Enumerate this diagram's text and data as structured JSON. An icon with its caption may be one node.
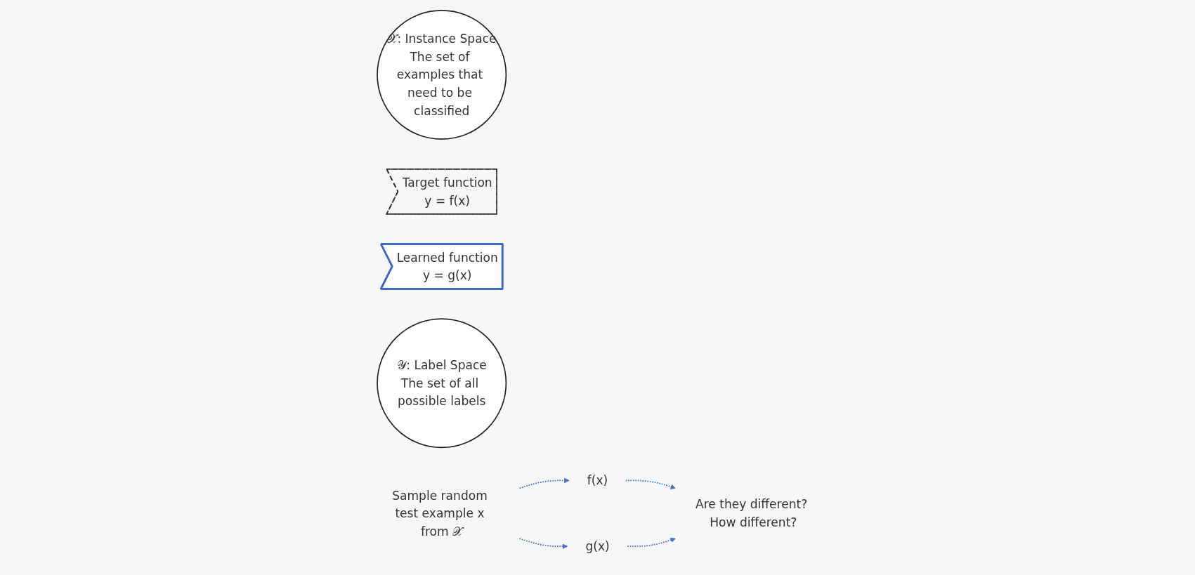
{
  "diagram": {
    "nodes": [
      {
        "text": [
          "𝒳: Instance Space",
          "The set of examples that need to be classified"
        ]
      },
      {
        "text": [
          "Target function",
          "y = f(x)"
        ]
      },
      {
        "text": [
          "Learned function",
          "y = g(x)"
        ]
      },
      {
        "text": [
          "𝒴: Label Space",
          "The set of all possible labels"
        ]
      },
      {
        "text": [
          "Sample random test example x from 𝒳"
        ]
      },
      {
        "text": [
          "f(x)"
        ]
      },
      {
        "text": [
          "g(x)"
        ]
      },
      {
        "text": [
          "Are they different? How different?"
        ]
      }
    ],
    "edges": [
      {
        "from": 4,
        "to": 5,
        "arrow": "to",
        "style": "dashed"
      },
      {
        "from": 4,
        "to": 6,
        "arrow": "to",
        "style": "dashed"
      },
      {
        "from": 5,
        "to": 7,
        "arrow": "to",
        "style": "dashed"
      },
      {
        "from": 6,
        "to": 7,
        "arrow": "to",
        "style": "dashed"
      }
    ]
  }
}
